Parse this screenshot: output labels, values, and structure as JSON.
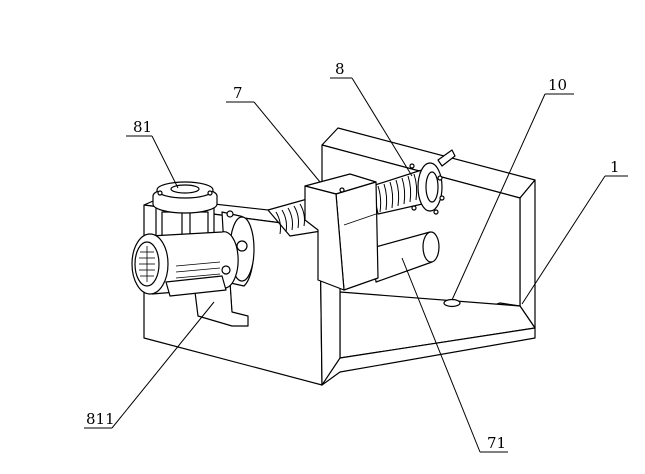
{
  "callouts": {
    "c8": "8",
    "c10": "10",
    "c7": "7",
    "c81": "81",
    "c1": "1",
    "c811": "811",
    "c71": "71"
  }
}
